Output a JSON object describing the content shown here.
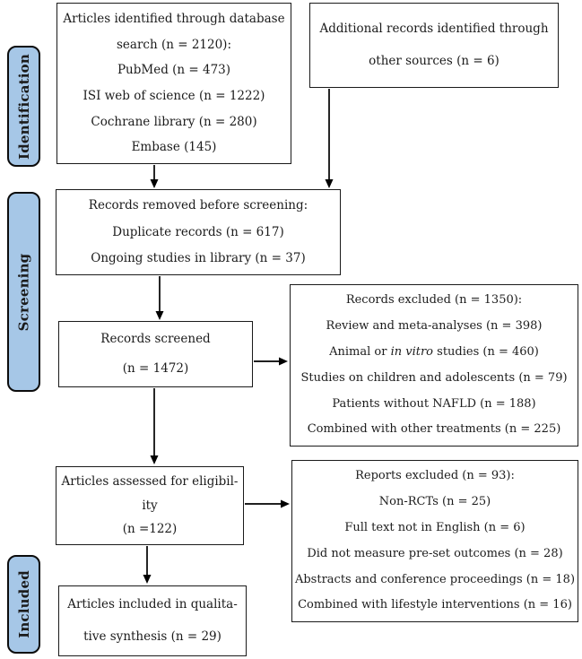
{
  "stages": [
    {
      "label": "Identification"
    },
    {
      "label": "Screening"
    },
    {
      "label": "Included"
    }
  ],
  "boxes": {
    "identified": {
      "lines": [
        "Articles identified through database",
        "search (n = 2120):",
        "PubMed (n = 473)",
        "ISI web of science (n = 1222)",
        "Cochrane library (n = 280)",
        "Embase (145)"
      ]
    },
    "additional": {
      "lines": [
        "Additional records identified through",
        "other sources (n = 6)"
      ]
    },
    "removed": {
      "lines": [
        "Records removed before screening:",
        "Duplicate records (n = 617)",
        "Ongoing studies in library (n = 37)"
      ]
    },
    "screened": {
      "lines": [
        "Records screened",
        "(n = 1472)"
      ]
    },
    "records_excluded": {
      "title": "Records excluded (n = 1350):",
      "line_review": "Review and meta-analyses (n = 398)",
      "animal_prefix": "Animal or ",
      "animal_italic": "in vitro",
      "animal_suffix": " studies (n = 460)",
      "line_children": "Studies on children and adolescents (n = 79)",
      "line_nafld": "Patients without NAFLD (n = 188)",
      "line_combined": "Combined with other treatments (n = 225)"
    },
    "assessed": {
      "lines": [
        "Articles assessed for eligibil-",
        "ity",
        "(n =122)"
      ]
    },
    "reports_excluded": {
      "lines": [
        "Reports excluded (n = 93):",
        "Non-RCTs (n = 25)",
        "Full text not in English (n = 6)",
        "Did not measure pre-set outcomes (n = 28)",
        "Abstracts and conference proceedings (n = 18)",
        "Combined with lifestyle interventions (n = 16)"
      ]
    },
    "included_synthesis": {
      "lines": [
        "Articles included in qualita-",
        "tive synthesis (n = 29)"
      ]
    }
  },
  "colors": {
    "stage_fill": "#a6c7e7",
    "stage_border": "#0c0c0c",
    "box_border": "#1a1a1a",
    "text": "#1b1b1b",
    "arrow": "#000000",
    "background": "#ffffff"
  }
}
